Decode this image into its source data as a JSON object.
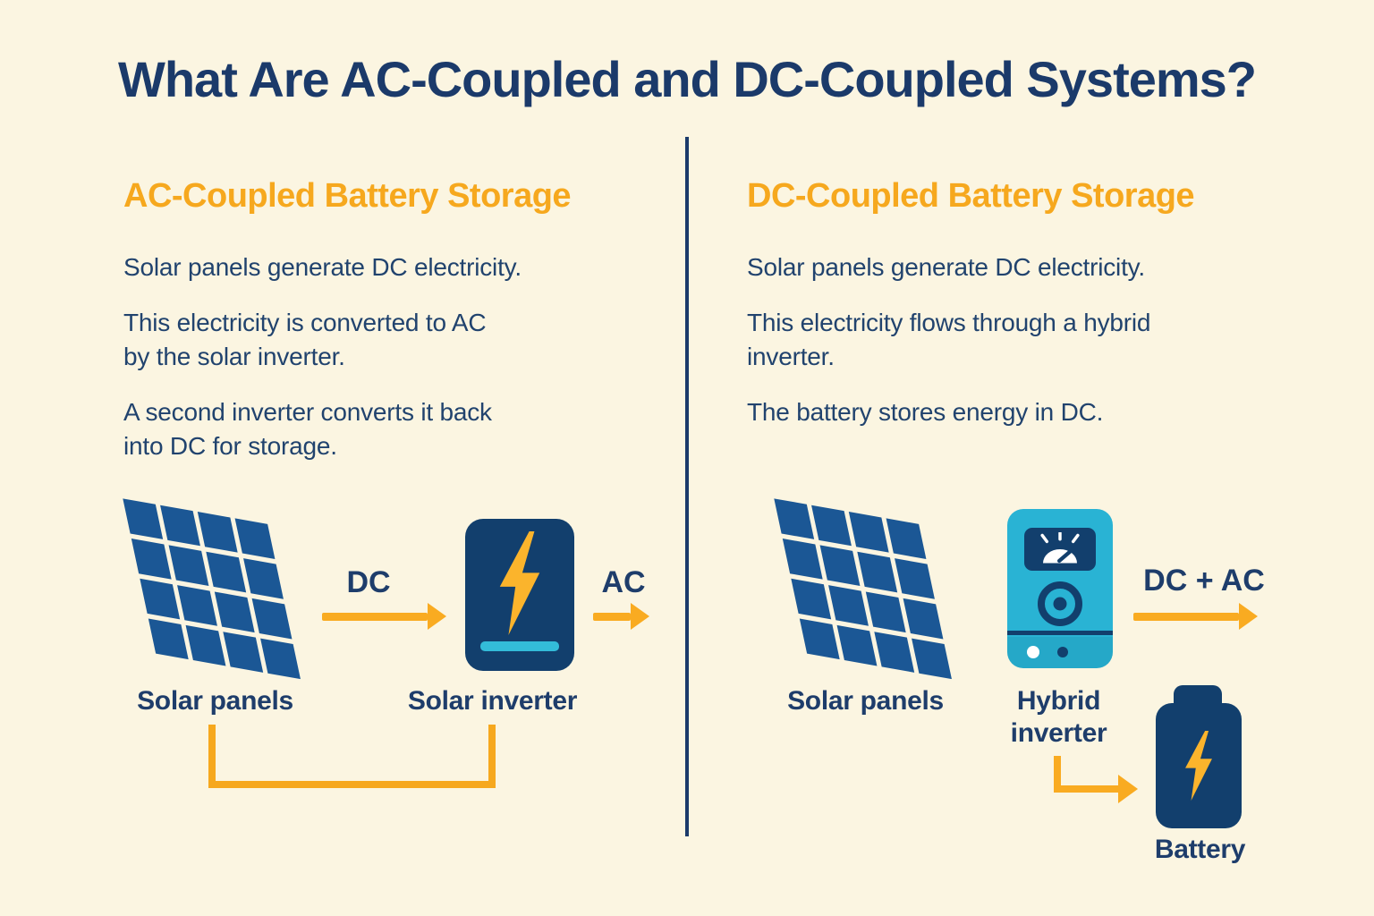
{
  "title": "What Are AC-Coupled and DC-Coupled Systems?",
  "colors": {
    "background": "#fbf5e1",
    "title_navy": "#1b3a6a",
    "body_navy": "#21436e",
    "heading_orange": "#f6a81e",
    "arrow_amber": "#f9ab21",
    "panel_blue": "#1b5795",
    "device_navy": "#123f6d",
    "hybrid_teal": "#29b3d4",
    "cyan_bar": "#33bcd9",
    "bolt_yellow": "#fbb42c"
  },
  "icons": {
    "solar_panel": "solar-panel-grid-icon",
    "solar_inverter": "lightning-bolt-icon",
    "hybrid_inverter": "gauge-display-icon",
    "battery": "battery-bolt-icon"
  },
  "left": {
    "heading": "AC-Coupled Battery Storage",
    "paragraphs": [
      "Solar panels generate DC electricity.",
      "This electricity is converted to AC\nby the solar inverter.",
      "A second inverter converts it back\ninto DC for storage."
    ],
    "arrow1_label": "DC",
    "arrow2_label": "AC",
    "panel_label": "Solar panels",
    "inverter_label": "Solar inverter"
  },
  "right": {
    "heading": "DC-Coupled Battery Storage",
    "paragraphs": [
      "Solar panels generate DC electricity.",
      "This electricity flows through a hybrid\ninverter.",
      "The battery stores energy in DC."
    ],
    "arrow1_label": "DC + AC",
    "panel_label": "Solar panels",
    "inverter_label": "Hybrid\ninverter",
    "battery_label": "Battery"
  }
}
